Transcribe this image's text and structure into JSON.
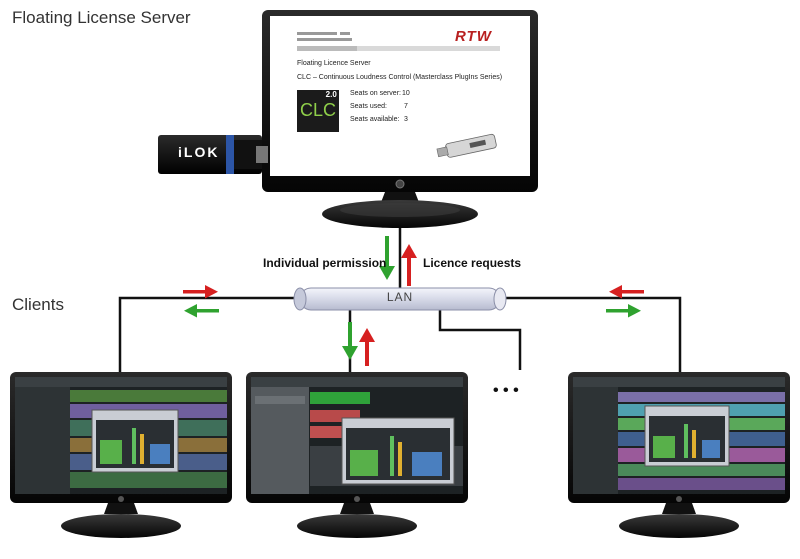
{
  "headings": {
    "server": "Floating License Server",
    "clients": "Clients"
  },
  "captions": {
    "down": "Individual permission",
    "up": "Licence requests"
  },
  "network": {
    "label": "LAN"
  },
  "server_screen": {
    "brand": "RTW",
    "title": "Floating Licence Server",
    "product": "CLC – Continuous Loudness Control (Masterclass PlugIns Series)",
    "badge_top": "2.0",
    "badge_main": "CLC",
    "seats": [
      {
        "label": "Seats on server:",
        "value": "10"
      },
      {
        "label": "Seats used:",
        "value": "7"
      },
      {
        "label": "Seats available:",
        "value": "3"
      }
    ]
  },
  "dongle": {
    "label": "iLOK"
  },
  "ellipsis": "• • •",
  "colors": {
    "request_arrow": "#d62020",
    "permission_arrow": "#2fa22f",
    "lan_tube": "#d9dcea",
    "monitor_body": "#111111"
  },
  "icons": [
    "usb-dongle-icon",
    "monitor-icon",
    "arrow-up-icon",
    "arrow-down-icon",
    "ilok-key-icon"
  ]
}
